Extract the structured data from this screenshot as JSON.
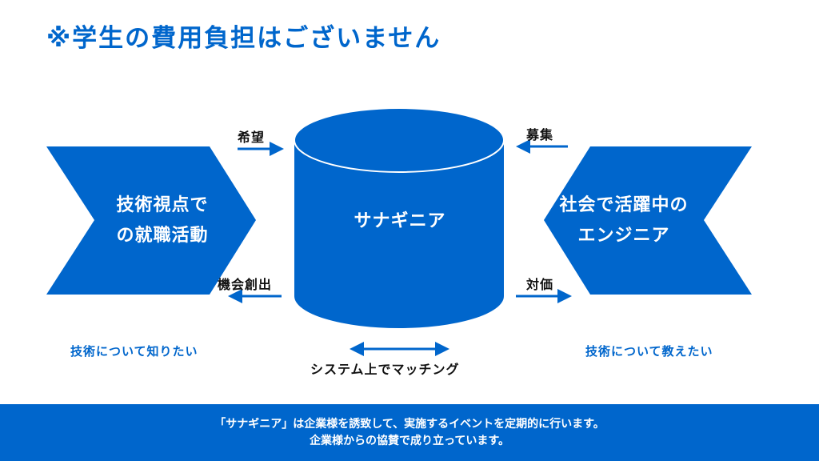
{
  "title": "※学生の費用負担はございません",
  "left_shape": {
    "line1": "技術視点で",
    "line2": "の就職活動"
  },
  "center_shape": "サナギニア",
  "right_shape": {
    "line1": "社会で活躍中の",
    "line2": "エンジニア"
  },
  "arrows": {
    "hope": "希望",
    "recruit": "募集",
    "opportunity": "機会創出",
    "compensation": "対価"
  },
  "left_caption": "技術について知りたい",
  "right_caption": "技術について教えたい",
  "matching": "システム上でマッチング",
  "footer": {
    "line1": "「サナギニア」は企業様を誘致して、実施するイベントを定期的に行います。",
    "line2": "企業様からの協賛で成り立っています。"
  },
  "colors": {
    "brand": "#0066cc"
  }
}
